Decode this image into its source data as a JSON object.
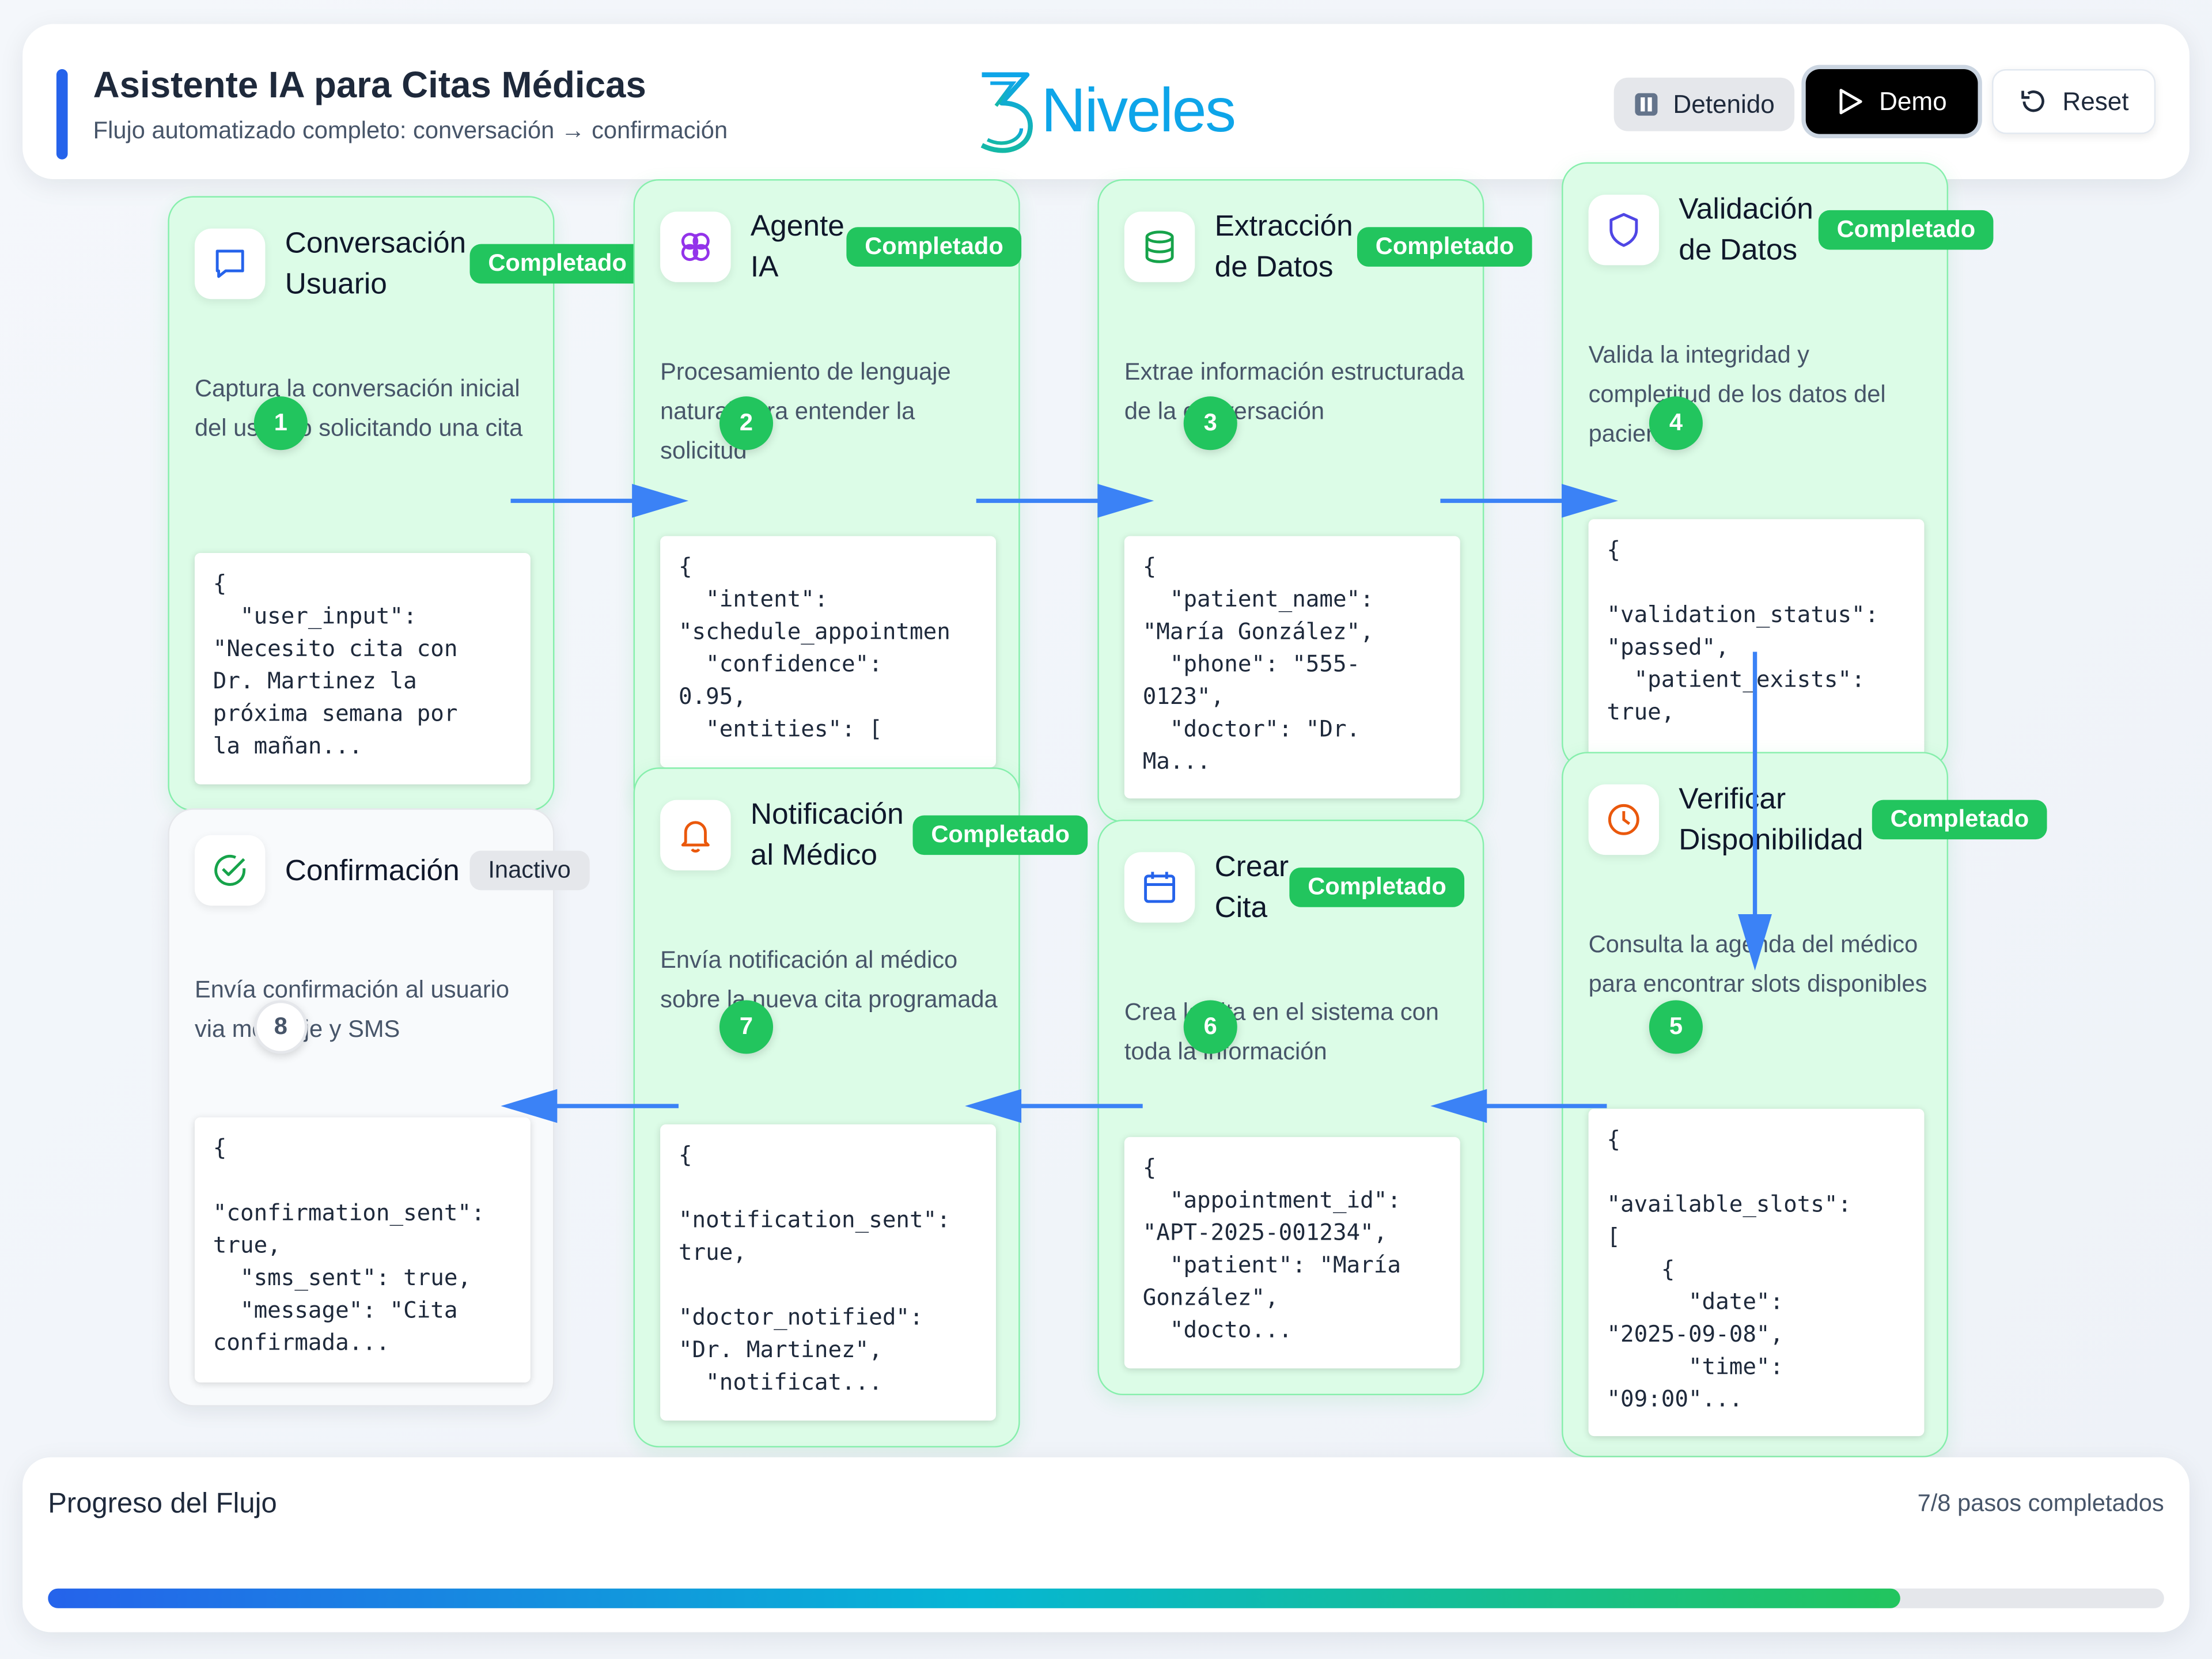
{
  "header": {
    "title": "Asistente IA para Citas Médicas",
    "subtitle": "Flujo automatizado completo: conversación → confirmación",
    "logo_text": "Niveles",
    "status_label": "Detenido",
    "demo_label": "Demo",
    "reset_label": "Reset"
  },
  "steps": [
    {
      "number": "1",
      "title": "Conversación Usuario",
      "status": "Completado",
      "description": "Captura la conversación inicial del usuario solicitando una cita",
      "code": "{\n  \"user_input\":\n\"Necesito cita con\nDr. Martinez la\npróxima semana por\nla mañan...",
      "icon": "chat-icon"
    },
    {
      "number": "2",
      "title": "Agente IA",
      "status": "Completado",
      "description": "Procesamiento de lenguaje natural para entender la solicitud",
      "code": "{\n  \"intent\":\n\"schedule_appointmen\n  \"confidence\":\n0.95,\n  \"entities\": [",
      "icon": "brain-icon"
    },
    {
      "number": "3",
      "title": "Extracción de Datos",
      "status": "Completado",
      "description": "Extrae información estructurada de la conversación",
      "code": "{\n  \"patient_name\":\n\"María González\",\n  \"phone\": \"555-\n0123\",\n  \"doctor\": \"Dr.\nMa...",
      "icon": "database-icon"
    },
    {
      "number": "4",
      "title": "Validación de Datos",
      "status": "Completado",
      "description": "Valida la integridad y completitud de los datos del paciente",
      "code": "{\n\n\"validation_status\":\n\"passed\",\n  \"patient_exists\":\ntrue,",
      "icon": "shield-icon"
    },
    {
      "number": "5",
      "title": "Verificar Disponibilidad",
      "status": "Completado",
      "description": "Consulta la agenda del médico para encontrar slots disponibles",
      "code": "{\n\n\"available_slots\":\n[\n    {\n      \"date\":\n\"2025-09-08\",\n      \"time\":\n\"09:00\"...",
      "icon": "clock-icon"
    },
    {
      "number": "6",
      "title": "Crear Cita",
      "status": "Completado",
      "description": "Crea la cita en el sistema con toda la información",
      "code": "{\n  \"appointment_id\":\n\"APT-2025-001234\",\n  \"patient\": \"María\nGonzález\",\n  \"docto...",
      "icon": "calendar-icon"
    },
    {
      "number": "7",
      "title": "Notificación al Médico",
      "status": "Completado",
      "description": "Envía notificación al médico sobre la nueva cita programada",
      "code": "{\n\n\"notification_sent\":\ntrue,\n\n\"doctor_notified\":\n\"Dr. Martinez\",\n  \"notificat...",
      "icon": "bell-icon"
    },
    {
      "number": "8",
      "title": "Confirmación",
      "status": "Inactivo",
      "description": "Envía confirmación al usuario via mensaje y SMS",
      "code": "{\n\n\"confirmation_sent\":\ntrue,\n  \"sms_sent\": true,\n  \"message\": \"Cita\nconfirmada...",
      "icon": "check-circle-icon"
    }
  ],
  "progress": {
    "title": "Progreso del Flujo",
    "count_text": "7/8 pasos completados",
    "value": 0.875
  },
  "colors": {
    "accent": "#2563eb",
    "success": "#22c55e",
    "card_bg": "#dcfce7",
    "arrow": "#3b82f6"
  }
}
